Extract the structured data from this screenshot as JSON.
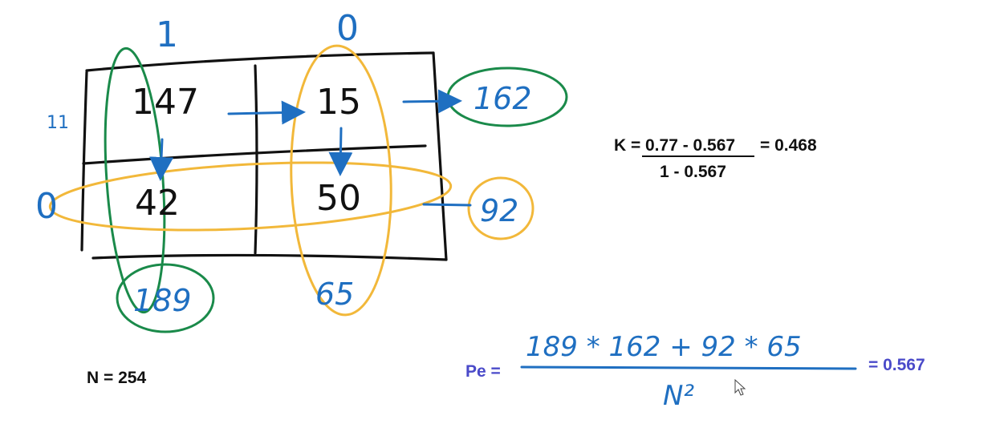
{
  "table": {
    "col_headers": [
      "1",
      "0"
    ],
    "row_headers": [
      "11",
      "0"
    ],
    "cells": [
      [
        "147",
        "15"
      ],
      [
        "42",
        "50"
      ]
    ],
    "row_totals": [
      "162",
      "92"
    ],
    "col_totals": [
      "189",
      "65"
    ]
  },
  "n_label": "N = 254",
  "kappa": {
    "prefix": "K =",
    "numerator": "0.77 - 0.567",
    "result": "= 0.468",
    "denominator": "1 - 0.567"
  },
  "pe": {
    "label": "Pe =",
    "numerator": "189 * 162 + 92 * 65",
    "denominator": "N²",
    "result": "= 0.567"
  },
  "colors": {
    "blue_ink": "#1f6fc1",
    "black_ink": "#111111",
    "green_circle": "#1a8a4a",
    "yellow_circle": "#f2b83a",
    "purple_text": "#4a4ac9"
  }
}
